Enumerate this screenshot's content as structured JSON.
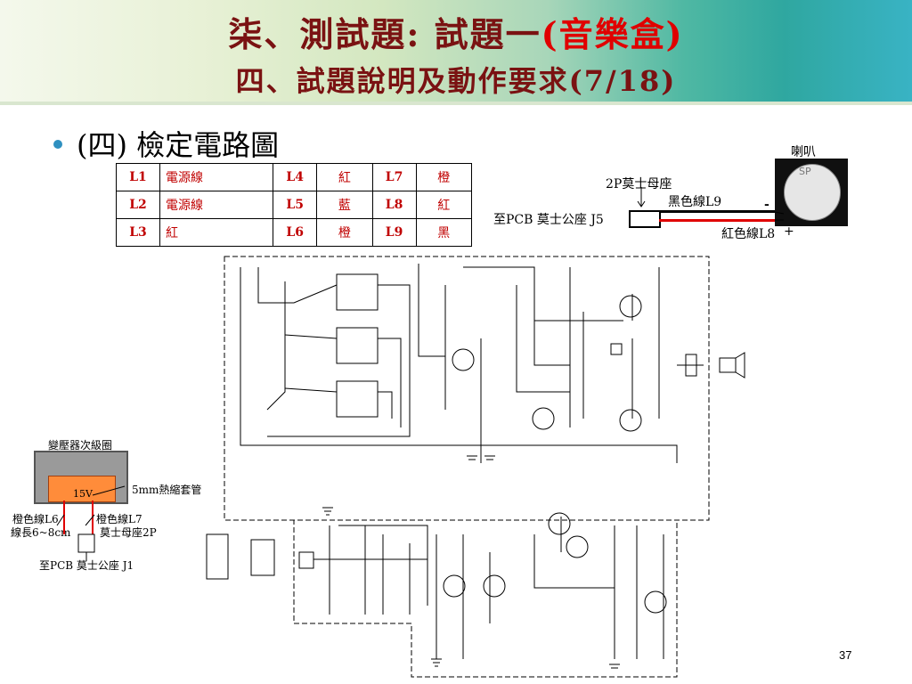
{
  "title": {
    "line1_prefix": "柒、測試題: 試題一",
    "line1_red": "(音樂盒)",
    "line2": "四、試題說明及動作要求(7/18)"
  },
  "bullet": "(四) 檢定電路圖",
  "legend_rows": [
    [
      "L1",
      "電源線",
      "L4",
      "紅",
      "L7",
      "橙"
    ],
    [
      "L2",
      "電源線",
      "L5",
      "藍",
      "L8",
      "紅"
    ],
    [
      "L3",
      "紅",
      "L6",
      "橙",
      "L9",
      "黑"
    ]
  ],
  "speaker": {
    "label": "喇叭",
    "sp": "SP",
    "connector_label": "2P莫士母座",
    "black_wire": "黑色線L9",
    "red_wire": "紅色線L8",
    "plus": "+",
    "minus": "-",
    "pcb_label": "至PCB 莫士公座 J5"
  },
  "transformer": {
    "title": "變壓器次級圈",
    "voltage": "15V",
    "tube": "5mm熱縮套管",
    "left_wire": "橙色線L6",
    "left_len": "線長6~8cm",
    "right_wire": "橙色線L7",
    "female": "莫士母座2P",
    "pcb_label": "至PCB 莫士公座 J1"
  },
  "page_number": "37"
}
